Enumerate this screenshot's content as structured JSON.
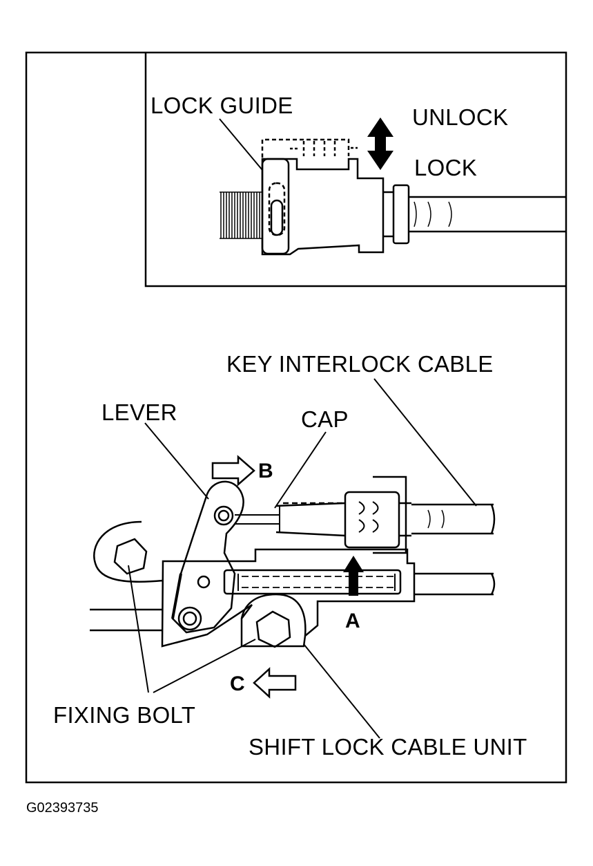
{
  "labels": {
    "lock_guide": "LOCK GUIDE",
    "unlock": "UNLOCK",
    "lock": "LOCK",
    "key_interlock_cable": "KEY INTERLOCK CABLE",
    "lever": "LEVER",
    "cap": "CAP",
    "b": "B",
    "a": "A",
    "c": "C",
    "fixing_bolt": "FIXING BOLT",
    "shift_lock_cable_unit": "SHIFT LOCK CABLE UNIT"
  },
  "figure_code": "G02393735",
  "colors": {
    "ink": "#000000",
    "paper": "#ffffff"
  }
}
